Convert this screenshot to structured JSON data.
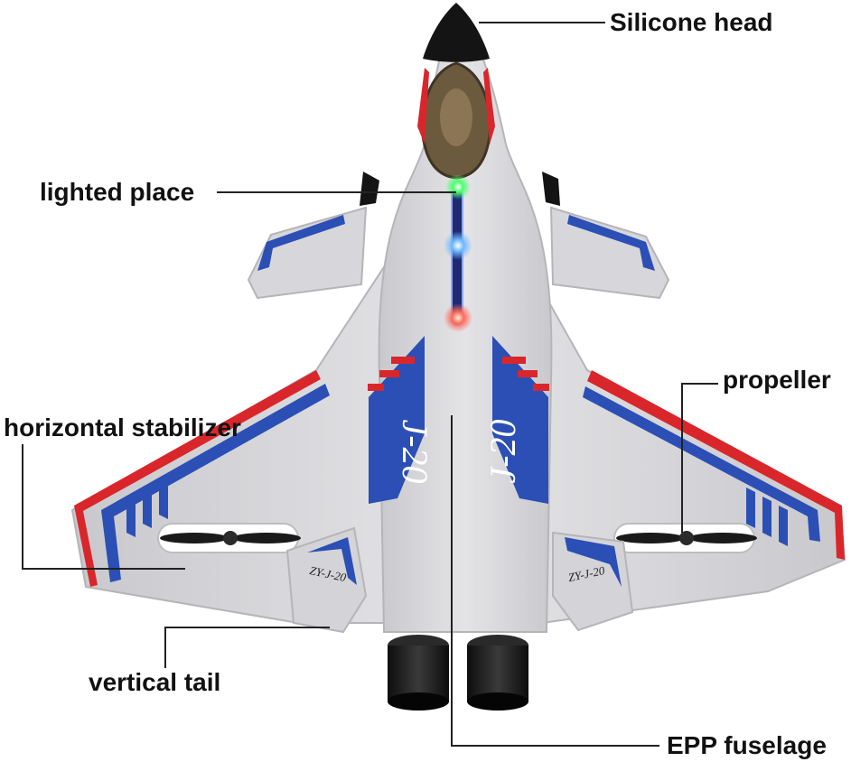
{
  "labels": {
    "silicone_head": "Silicone head",
    "lighted_place": "lighted place",
    "propeller": "propeller",
    "horizontal_stabilizer": "horizontal stabilizer",
    "vertical_tail": "vertical tail",
    "epp_fuselage": "EPP fuselage"
  },
  "markings": {
    "left_model": "J-20",
    "right_model": "J-20",
    "left_tail": "ZY-J-20",
    "right_tail": "ZY-J-20"
  },
  "colors": {
    "body": "#d9d9dc",
    "body_shadow": "#b7b7bb",
    "stripe_blue": "#2b4fb5",
    "stripe_red": "#d9262b",
    "nose": "#141414",
    "canopy": "#6b5a3e",
    "light_green": "#4cff6a",
    "light_blue": "#6fb8ff",
    "light_red": "#ff6a5a",
    "leader_line": "#222222"
  },
  "icons": [
    "rc-jet-airplane"
  ]
}
